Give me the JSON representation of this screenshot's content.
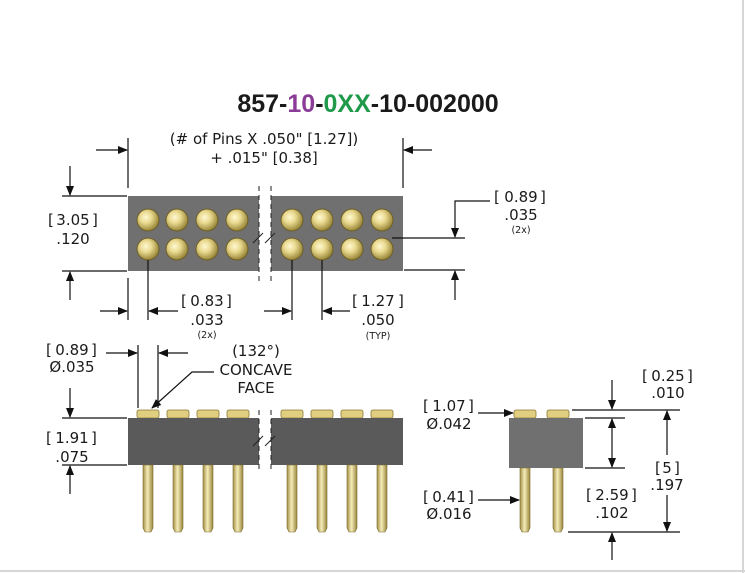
{
  "colors": {
    "background": "#ffffff",
    "body": "#6f6f6f",
    "body_dark": "#575757",
    "pin_gold": "#d8c77a",
    "pin_gold_light": "#f4ecb8",
    "line": "#111111",
    "part_black": "#1a1a1a",
    "part_purple": "#8a3c98",
    "part_green": "#1f9a4a",
    "frame_edge": "#d0d0d0"
  },
  "part_number": {
    "seg1": "857-",
    "seg2": "10",
    "seg3": "-",
    "seg4": "0XX",
    "seg5": "-10-002000"
  },
  "top_view": {
    "length_formula_line1": "(# of Pins X .050\" [1.27])",
    "length_formula_line2": "+ .015\" [0.38]",
    "height_mm": "3.05",
    "height_in": ".120",
    "pin_dia_mm": "0.89",
    "pin_dia_in": ".035",
    "pin_dia_note": "(2x)",
    "row_pitch_mm": "0.83",
    "row_pitch_in": ".033",
    "row_pitch_note": "(2x)",
    "pitch_mm": "1.27",
    "pitch_in": ".050",
    "pitch_note": "(TYP)"
  },
  "side_view": {
    "opening_dia_mm": "0.89",
    "opening_dia_in": "Ø.035",
    "angle": "(132°)",
    "concave_line1": "CONCAVE",
    "concave_line2": "FACE",
    "body_height_mm": "1.91",
    "body_height_in": ".075"
  },
  "end_view": {
    "head_dia_mm": "1.07",
    "head_dia_in": "Ø.042",
    "tail_dia_mm": "0.41",
    "tail_dia_in": "Ø.016",
    "head_height_mm": "0.25",
    "head_height_in": ".010",
    "total_mm": "5",
    "total_in": ".197",
    "tail_mm": "2.59",
    "tail_in": ".102"
  }
}
